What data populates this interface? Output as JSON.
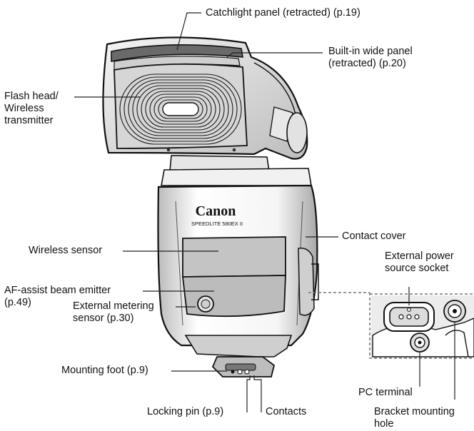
{
  "brand": {
    "logo_text": "Canon",
    "model_text": "SPEEDLITE 580EX II"
  },
  "labels": {
    "catchlight_panel": "Catchlight panel (retracted) (p.19)",
    "wide_panel": "Built-in wide panel\n(retracted) (p.20)",
    "flash_head": "Flash head/\nWireless\ntransmitter",
    "contact_cover": "Contact cover",
    "external_power": "External power\nsource socket",
    "wireless_sensor": "Wireless sensor",
    "af_assist": "AF-assist beam emitter\n(p.49)",
    "external_metering": "External metering\nsensor (p.30)",
    "mounting_foot": "Mounting foot (p.9)",
    "pc_terminal": "PC terminal",
    "locking_pin": "Locking pin (p.9)",
    "contacts": "Contacts",
    "bracket_hole": "Bracket mounting\nhole"
  },
  "colors": {
    "ink": "#111111",
    "line": "#222222",
    "dash": "#777777",
    "shade": "#d9d9d9"
  }
}
